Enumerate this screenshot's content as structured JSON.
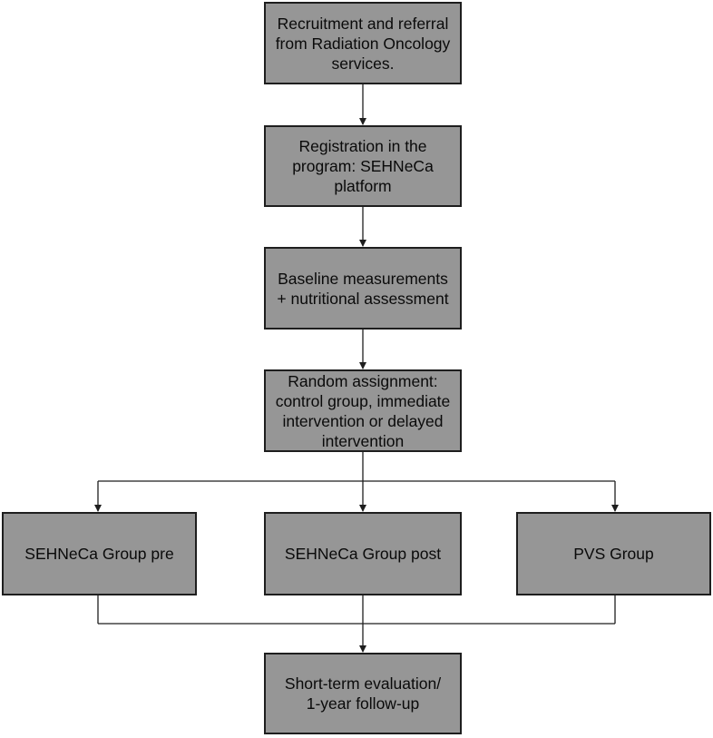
{
  "theme": {
    "box_fill": "#969696",
    "box_border": "#1e1e1e",
    "line_color": "#1e1e1e",
    "text_color": "#0a0a0a"
  },
  "steps": {
    "recruitment": "Recruitment and referral\nfrom Radiation Oncology\nservices.",
    "registration": "Registration in the\nprogram: SEHNeCa\nplatform",
    "baseline": "Baseline measurements\n+ nutritional assessment",
    "random": "Random assignment:\ncontrol group, immediate\nintervention or delayed\nintervention",
    "evaluation": "Short-term evaluation/\n1-year follow-up"
  },
  "groups": {
    "pre": "SEHNeCa Group pre",
    "post": "SEHNeCa Group post",
    "pvs": "PVS Group"
  }
}
